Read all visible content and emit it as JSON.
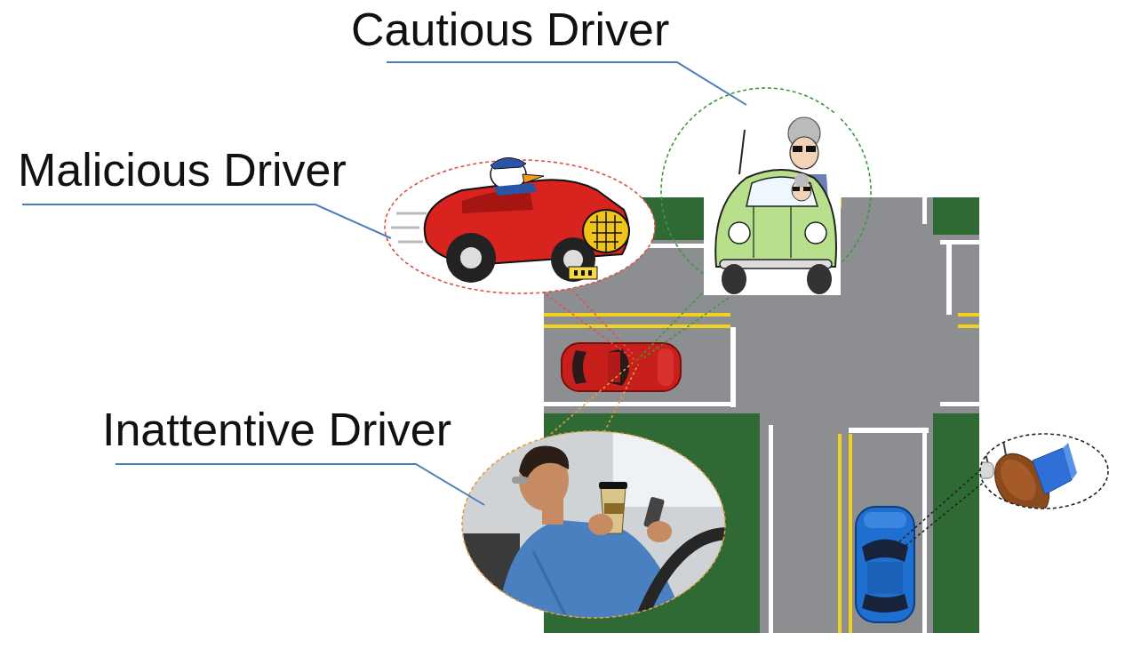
{
  "diagram": {
    "labels": [
      "Cautious Driver",
      "Malicious Driver",
      "Inattentive Driver"
    ]
  }
}
